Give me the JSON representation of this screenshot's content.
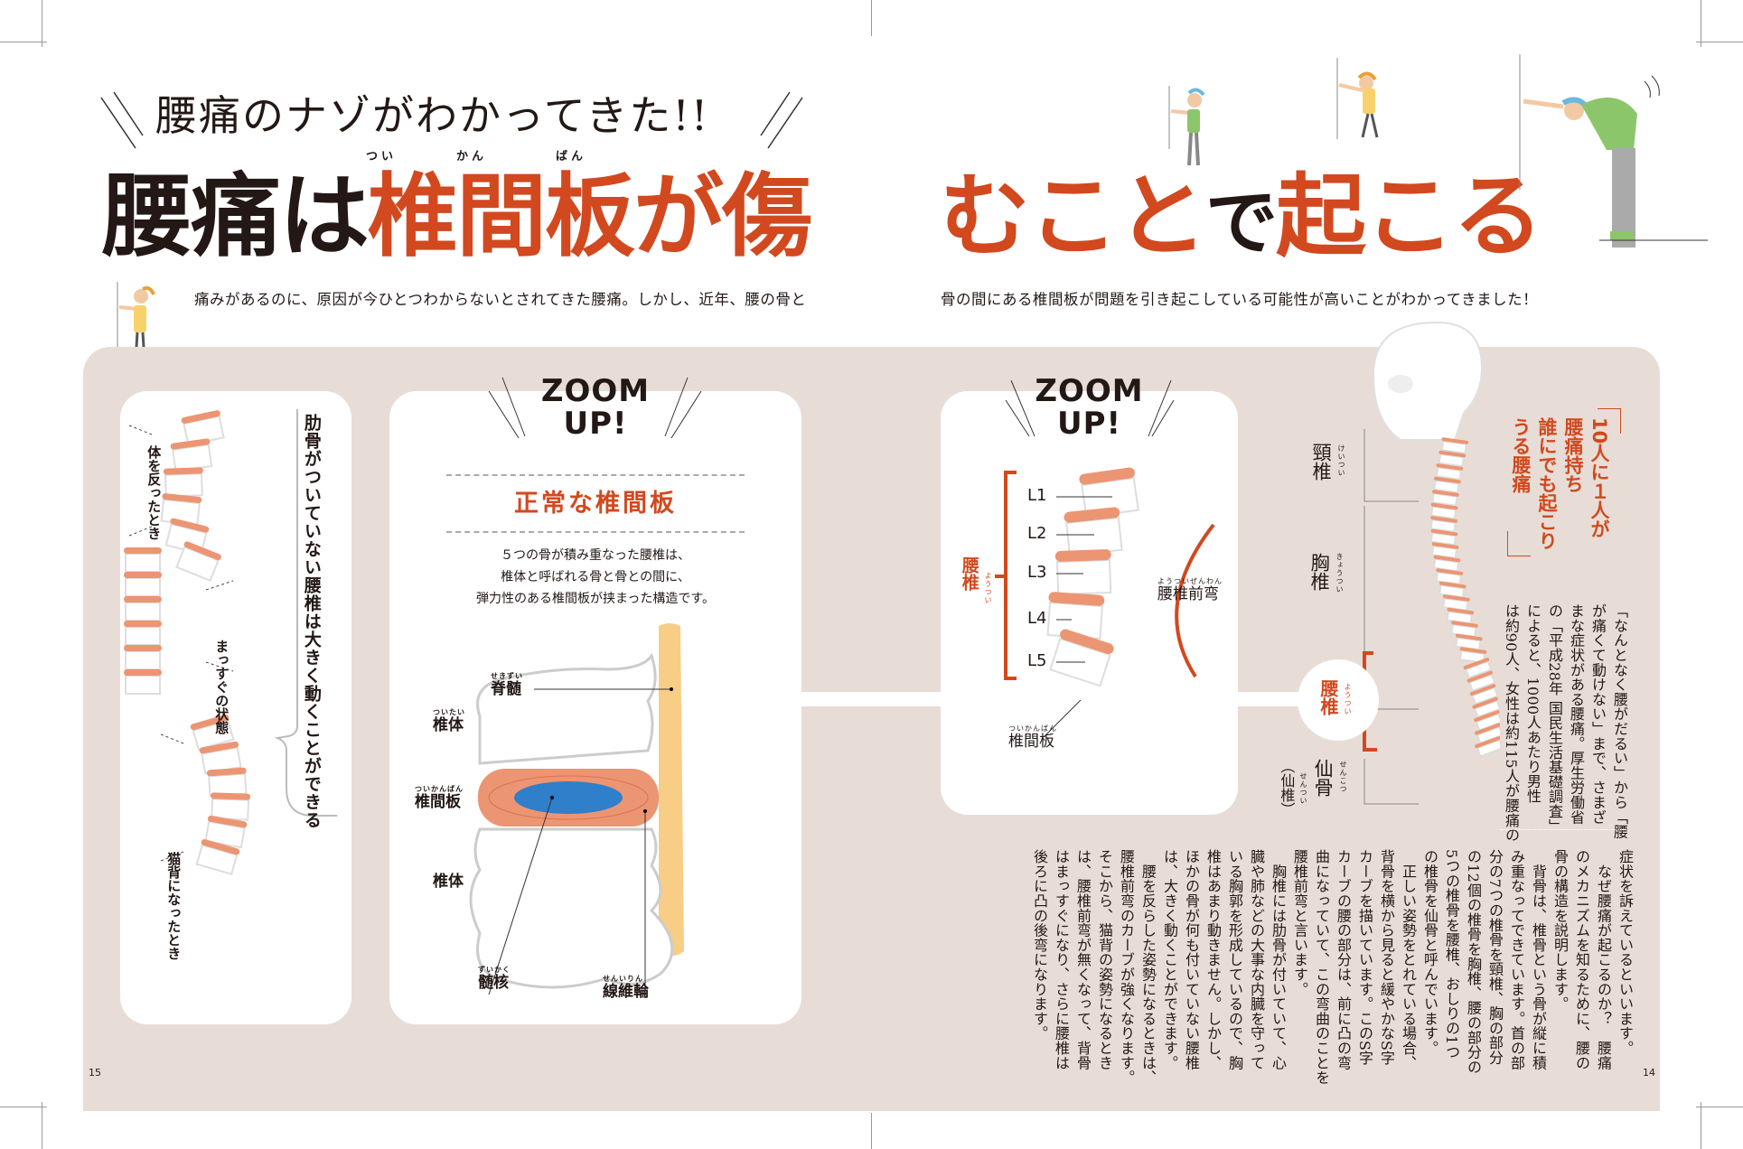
{
  "header": {
    "kicker": "腰痛のナゾがわかってきた!!",
    "headline_black_1": "腰痛は",
    "headline_orange_1": "椎間板が傷",
    "headline_orange_2": "むこと",
    "headline_black_2": "で",
    "headline_orange_3": "起こる",
    "ruby": [
      "つい",
      "かん",
      "ばん"
    ],
    "subtitle_left": "痛みがあるのに、原因が今ひとつわからないとされてきた腰痛。しかし、近年、腰の骨と",
    "subtitle_right": "骨の間にある椎間板が問題を引き起こしている可能性が高いことがわかってきました！"
  },
  "left_card": {
    "heading": "肋骨がついていない腰椎は大きく動くことができる",
    "labels": [
      "体を反ったとき",
      "まっすぐの状態",
      "猫背になったとき"
    ]
  },
  "middle_card": {
    "zoom": [
      "ZOOM",
      "UP!"
    ],
    "title": "正常な椎間板",
    "description": [
      "５つの骨が積み重なった腰椎は、",
      "椎体と呼ばれる骨と骨との間に、",
      "弾力性のある椎間板が挟まった構造です。"
    ],
    "labels": {
      "spinal_cord": "脊髄",
      "spinal_cord_ruby": "せきずい",
      "vertebral_body_top": "椎体",
      "vertebral_body_top_ruby": "ついたい",
      "disc": "椎間板",
      "disc_ruby": "ついかんばん",
      "vertebral_body_bottom": "椎体",
      "nucleus": "髄核",
      "nucleus_ruby": "ずいかく",
      "annulus": "線維輪",
      "annulus_ruby": "せんいりん"
    }
  },
  "right_card": {
    "zoom": [
      "ZOOM",
      "UP!"
    ],
    "lumbar": "腰椎",
    "lumbar_ruby": "ようつい",
    "levels": [
      "L1",
      "L2",
      "L3",
      "L4",
      "L5"
    ],
    "lordosis": "腰椎前弯",
    "lordosis_ruby": "ようついぜんわん",
    "disc": "椎間板",
    "disc_ruby": "ついかんばん"
  },
  "skeleton_labels": {
    "cervical": "頸椎",
    "cervical_ruby": "けいつい",
    "thoracic": "胸椎",
    "thoracic_ruby": "きょうつい",
    "lumbar": "腰椎",
    "lumbar_ruby": "ようつい",
    "sacrum": "仙骨",
    "sacrum_ruby": "せんこつ",
    "sacral_alt": "（仙椎）",
    "sacral_alt_ruby": "せんつい"
  },
  "callout": [
    "10人に１人が",
    "腰痛持ち",
    "誰にでも起こり",
    "うる腰痛"
  ],
  "body_upper": [
    "「なんとなく腰がだるい」から「腰",
    "が痛くて動けない」まで、さまざ",
    "まな症状がある腰痛。厚生労働省",
    "の「平成28年 国民生活基礎調査」",
    "によると、1000人あたり男性",
    "は約90人、女性は約115人が腰痛の"
  ],
  "body_lower": [
    "症状を訴えているといいます。",
    "　なぜ腰痛が起こるのか？　腰痛",
    "のメカニズムを知るために、腰の",
    "骨の構造を説明します。",
    "　背骨は、椎骨という骨が縦に積",
    "み重なってできています。首の部",
    "分の7つの椎骨を頸椎、胸の部分",
    "の12個の椎骨を胸椎、腰の部分の",
    "5つの椎骨を腰椎、おしりの1つ",
    "の椎骨を仙骨と呼んでいます。",
    "　正しい姿勢をとれている場合、",
    "背骨を横から見ると緩やかなS字",
    "カーブを描いています。このS字",
    "カーブの腰の部分は、前に凸の弯",
    "曲になっていて、この弯曲のことを",
    "腰椎前弯と言います。",
    "　胸椎には肋骨が付いていて、心",
    "臓や肺などの大事な内臓を守って",
    "いる胸郭を形成しているので、胸",
    "椎はあまり動きません。しかし、",
    "ほかの骨が何も付いていない腰椎",
    "は、大きく動くことができます。",
    "　腰を反らした姿勢になるときは、",
    "腰椎前弯のカーブが強くなります。",
    "そこから、猫背の姿勢になるとき",
    "は、腰椎前弯が無くなって、背骨",
    "はまっすぐになり、さらに腰椎は",
    "後ろに凸の後弯になります。"
  ],
  "page_numbers": {
    "left": "15",
    "right": "14"
  },
  "colors": {
    "accent": "#d2491f",
    "panel": "#e7ddd6",
    "disc": "#ec9573",
    "nucleus": "#2f7fcb",
    "cord": "#f8cd86"
  }
}
